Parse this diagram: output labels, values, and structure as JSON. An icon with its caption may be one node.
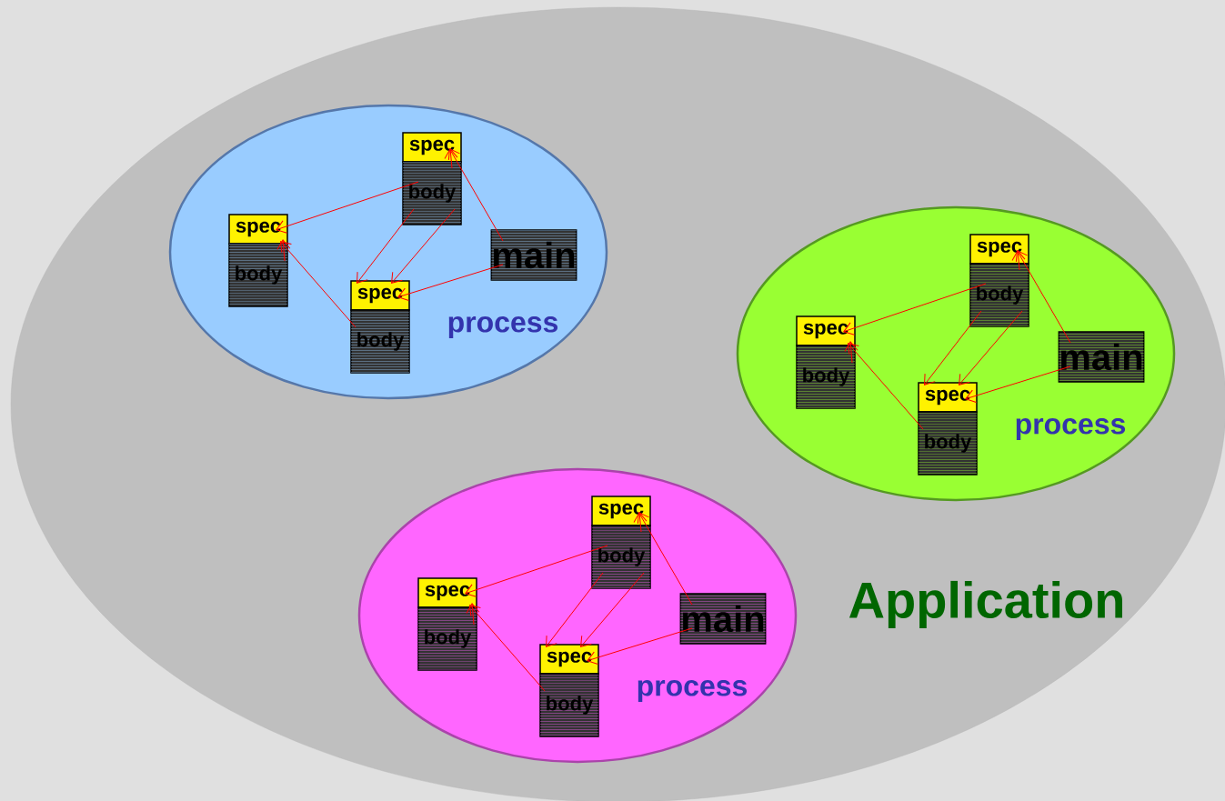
{
  "diagram": {
    "nodes": [
      {
        "text": [
          "Application"
        ]
      },
      {
        "text": [
          "process"
        ],
        "in": 0
      },
      {
        "text": [
          "spec"
        ],
        "in": 1
      },
      {
        "text": [
          "body"
        ],
        "in": 1
      },
      {
        "text": [
          "spec"
        ],
        "in": 1
      },
      {
        "text": [
          "body"
        ],
        "in": 1
      },
      {
        "text": [
          "main"
        ],
        "in": 1
      },
      {
        "text": [
          "spec"
        ],
        "in": 1
      },
      {
        "text": [
          "body"
        ],
        "in": 1
      },
      {
        "text": [
          "process"
        ],
        "in": 0
      },
      {
        "text": [
          "spec"
        ],
        "in": 9
      },
      {
        "text": [
          "body"
        ],
        "in": 9
      },
      {
        "text": [
          "spec"
        ],
        "in": 9
      },
      {
        "text": [
          "body"
        ],
        "in": 9
      },
      {
        "text": [
          "main"
        ],
        "in": 9
      },
      {
        "text": [
          "spec"
        ],
        "in": 9
      },
      {
        "text": [
          "body"
        ],
        "in": 9
      },
      {
        "text": [
          "process"
        ],
        "in": 0
      },
      {
        "text": [
          "spec"
        ],
        "in": 17
      },
      {
        "text": [
          "body"
        ],
        "in": 17
      },
      {
        "text": [
          "spec"
        ],
        "in": 17
      },
      {
        "text": [
          "body"
        ],
        "in": 17
      },
      {
        "text": [
          "main"
        ],
        "in": 17
      },
      {
        "text": [
          "spec"
        ],
        "in": 17
      },
      {
        "text": [
          "body"
        ],
        "in": 17
      }
    ],
    "edges": [
      {
        "from": 3,
        "to": 4,
        "arrow": "to"
      },
      {
        "from": 3,
        "to": 7,
        "arrow": "to"
      },
      {
        "from": 3,
        "to": 7,
        "arrow": "to"
      },
      {
        "from": 3,
        "to": 2,
        "arrow": "to"
      },
      {
        "from": 6,
        "to": 2,
        "arrow": "to"
      },
      {
        "from": 6,
        "to": 7,
        "arrow": "to"
      },
      {
        "from": 8,
        "to": 4,
        "arrow": "to"
      },
      {
        "from": 5,
        "to": 4,
        "arrow": "to"
      },
      {
        "from": 11,
        "to": 12,
        "arrow": "to"
      },
      {
        "from": 11,
        "to": 15,
        "arrow": "to"
      },
      {
        "from": 11,
        "to": 15,
        "arrow": "to"
      },
      {
        "from": 11,
        "to": 10,
        "arrow": "to"
      },
      {
        "from": 14,
        "to": 10,
        "arrow": "to"
      },
      {
        "from": 14,
        "to": 15,
        "arrow": "to"
      },
      {
        "from": 16,
        "to": 12,
        "arrow": "to"
      },
      {
        "from": 13,
        "to": 12,
        "arrow": "to"
      },
      {
        "from": 19,
        "to": 20,
        "arrow": "to"
      },
      {
        "from": 19,
        "to": 23,
        "arrow": "to"
      },
      {
        "from": 19,
        "to": 23,
        "arrow": "to"
      },
      {
        "from": 19,
        "to": 18,
        "arrow": "to"
      },
      {
        "from": 22,
        "to": 18,
        "arrow": "to"
      },
      {
        "from": 22,
        "to": 23,
        "arrow": "to"
      },
      {
        "from": 24,
        "to": 20,
        "arrow": "to"
      },
      {
        "from": 21,
        "to": 20,
        "arrow": "to"
      }
    ]
  }
}
